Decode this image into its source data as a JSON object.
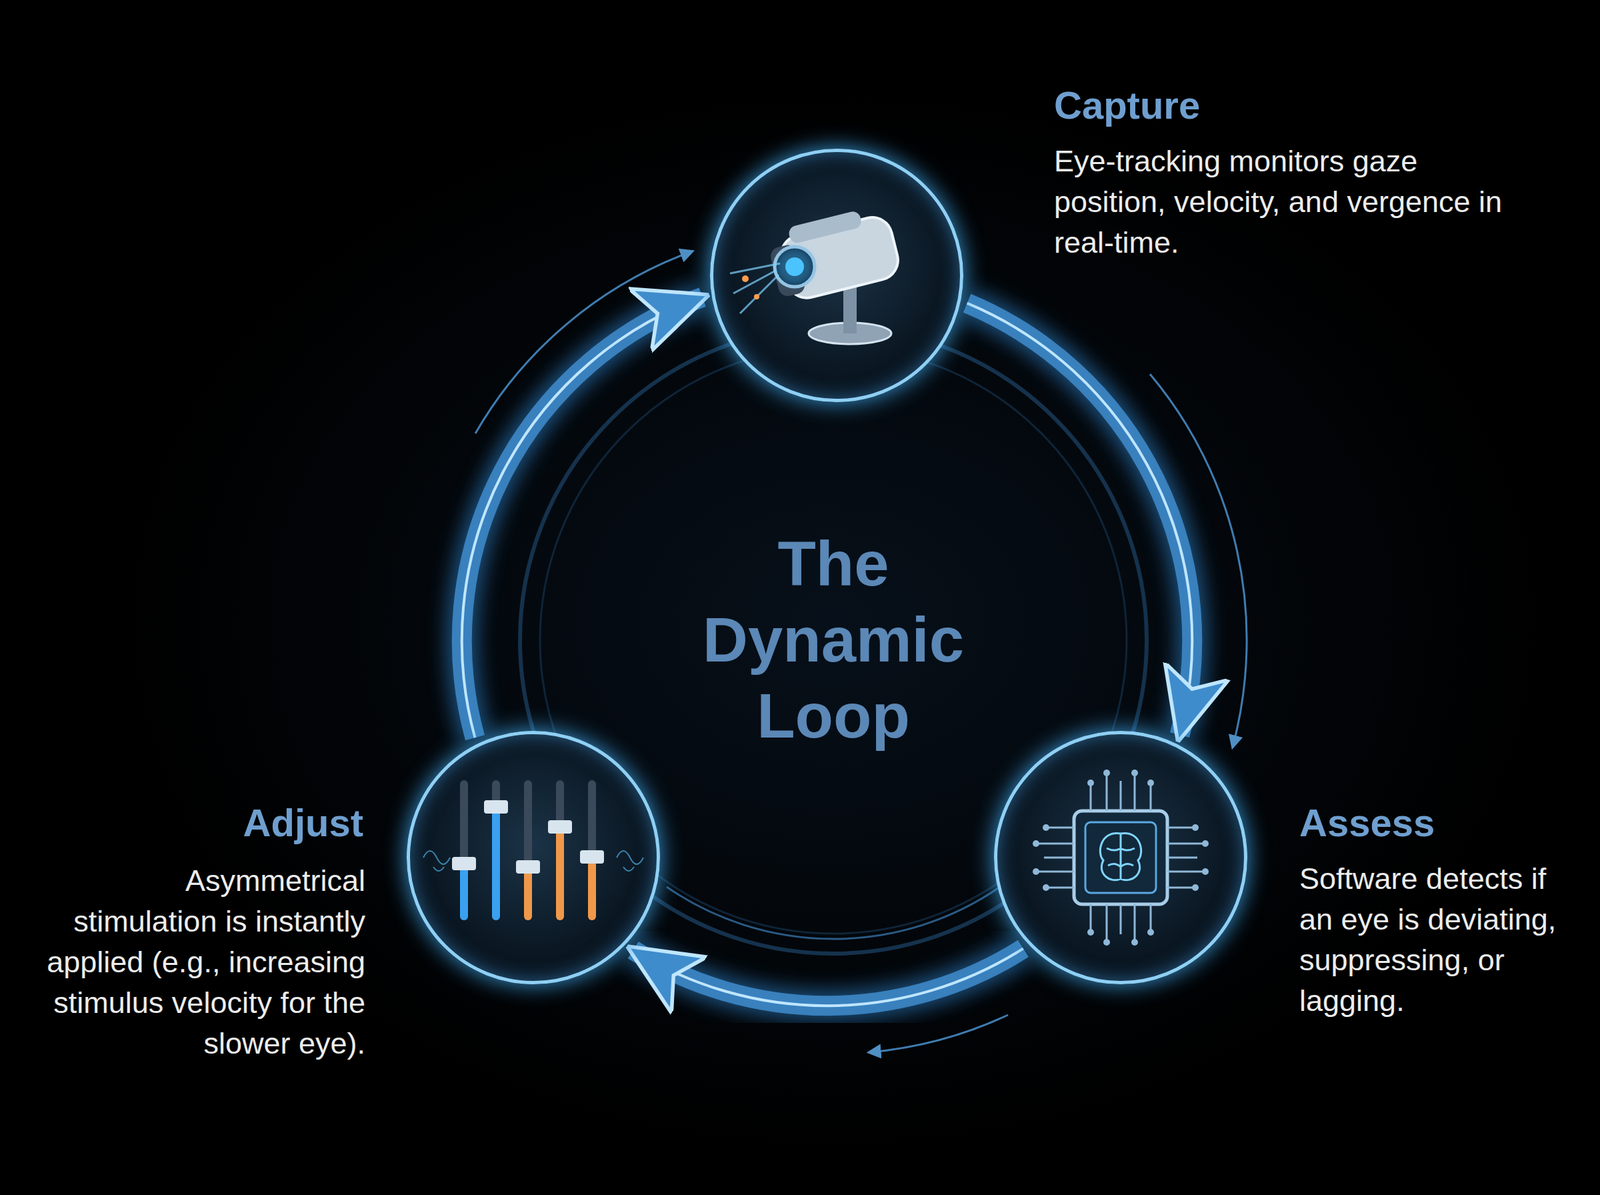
{
  "diagram": {
    "title": "The Dynamic Loop",
    "nodes": [
      {
        "text": [
          "Capture",
          "Eye-tracking monitors gaze position, velocity, and vergence in real-time."
        ]
      },
      {
        "text": [
          "Assess",
          "Software detects if an eye is deviating, suppressing, or lagging."
        ]
      },
      {
        "text": [
          "Adjust",
          "Asymmetrical stimulation is instantly applied (e.g., increasing stimulus velocity for the slower eye)."
        ]
      }
    ],
    "edges": [
      {
        "from": 0,
        "to": 1,
        "arrow": "to"
      },
      {
        "from": 1,
        "to": 2,
        "arrow": "to"
      },
      {
        "from": 2,
        "to": 0,
        "arrow": "to"
      }
    ]
  }
}
